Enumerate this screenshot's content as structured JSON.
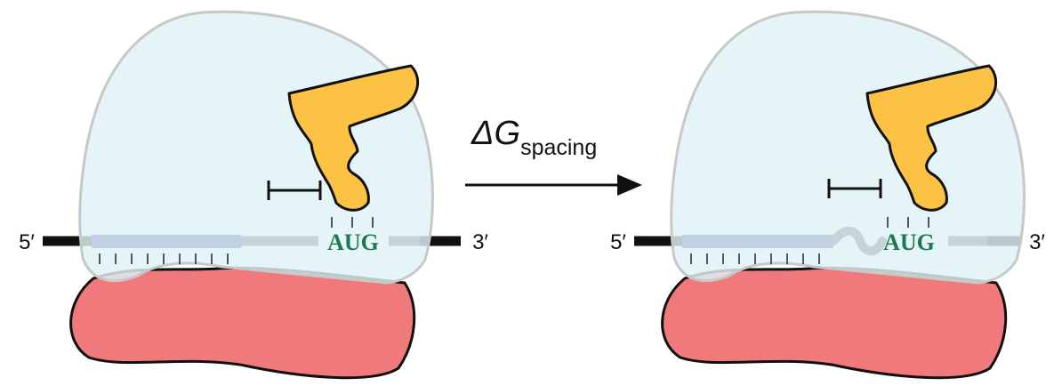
{
  "colors": {
    "small_subunit": "#dff2f5",
    "small_subunit_stroke": "#c8c8c8",
    "large_subunit": "#f07a7b",
    "trna": "#fcc244",
    "shine_dalgarno": "#2c3e92",
    "mrna_outer": "#111111",
    "mrna_inner": "#4c5053",
    "codon_text": "#1a7a4e"
  },
  "before": {
    "five_prime": "5′",
    "three_prime": "3′",
    "start_codon": "AUG"
  },
  "reaction": {
    "symbol": "ΔG",
    "subscript": "spacing"
  },
  "after": {
    "five_prime": "5′",
    "three_prime": "3′",
    "start_codon": "AUG"
  },
  "icons": {
    "arrow": "right-arrow-icon",
    "spacer": "wavy-linker-icon",
    "distance_marker": "i-beam-icon"
  }
}
